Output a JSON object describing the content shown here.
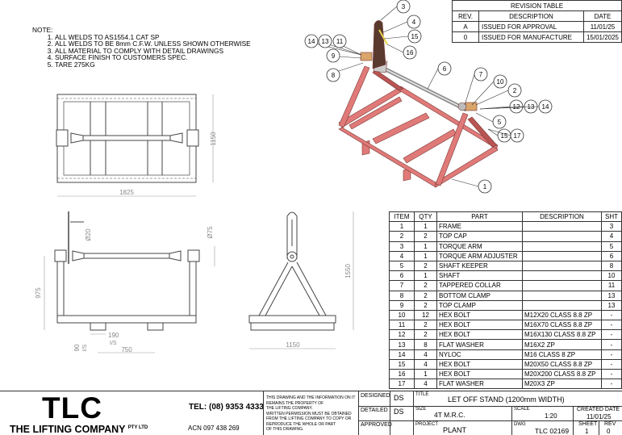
{
  "notes": {
    "heading": "NOTE:",
    "items": [
      "ALL WELDS TO AS1554.1 CAT SP",
      "ALL WELDS TO BE 8mm C.F.W. UNLESS SHOWN OTHERWISE",
      "ALL MATERIAL TO COMPLY WITH DETAIL DRAWINGS",
      "SURFACE FINISH TO CUSTOMERS SPEC.",
      "TARE 275KG"
    ]
  },
  "revision_table": {
    "title": "REVISION TABLE",
    "headers": [
      "REV.",
      "DESCRIPTION",
      "DATE"
    ],
    "rows": [
      [
        "A",
        "ISSUED FOR APPROVAL",
        "11/01/25"
      ],
      [
        "0",
        "ISSUED FOR MANUFACTURE",
        "15/01/2025"
      ]
    ]
  },
  "dimensions": {
    "top_width": "1825",
    "top_depth": "1150",
    "front_height": "975",
    "front_shaft_dia": "Ø75",
    "front_pin_dia": "Ø20",
    "front_foot_width": "190",
    "front_foot_width_note": "I/S",
    "front_foot_height": "90",
    "front_foot_height_note": "I/S",
    "front_foot_spacing": "750",
    "side_height": "1550",
    "side_width": "1150"
  },
  "balloons": [
    "3",
    "4",
    "15",
    "16",
    "14",
    "13",
    "11",
    "9",
    "8",
    "6",
    "7",
    "10",
    "2",
    "12",
    "13",
    "14",
    "5",
    "15",
    "17",
    "1"
  ],
  "colors": {
    "frame": "#e07a78",
    "frame_dark": "#b85552",
    "torque_arm": "#5a3a2e",
    "clamp": "#d9a56b",
    "shaft": "#b8b8b8",
    "line": "#333333",
    "dim": "#888888"
  },
  "bom": {
    "headers": [
      "ITEM",
      "QTY",
      "PART",
      "DESCRIPTION",
      "SHT"
    ],
    "rows": [
      [
        "1",
        "1",
        "FRAME",
        "",
        "3"
      ],
      [
        "2",
        "2",
        "TOP CAP",
        "",
        "4"
      ],
      [
        "3",
        "1",
        "TORQUE ARM",
        "",
        "5"
      ],
      [
        "4",
        "1",
        "TORQUE ARM ADJUSTER",
        "",
        "6"
      ],
      [
        "5",
        "2",
        "SHAFT KEEPER",
        "",
        "8"
      ],
      [
        "6",
        "1",
        "SHAFT",
        "",
        "10"
      ],
      [
        "7",
        "2",
        "TAPPERED COLLAR",
        "",
        "11"
      ],
      [
        "8",
        "2",
        "BOTTOM CLAMP",
        "",
        "13"
      ],
      [
        "9",
        "2",
        "TOP CLAMP",
        "",
        "13"
      ],
      [
        "10",
        "12",
        "HEX BOLT",
        "M12X20 CLASS 8.8 ZP",
        "-"
      ],
      [
        "11",
        "2",
        "HEX BOLT",
        "M16X70 CLASS 8.8 ZP",
        "-"
      ],
      [
        "12",
        "2",
        "HEX BOLT",
        "M16X130 CLASS 8.8 ZP",
        "-"
      ],
      [
        "13",
        "8",
        "FLAT WASHER",
        "M16X2 ZP",
        "-"
      ],
      [
        "14",
        "4",
        "NYLOC",
        "M16 CLASS 8 ZP",
        "-"
      ],
      [
        "15",
        "4",
        "HEX BOLT",
        "M20X50 CLASS 8.8 ZP",
        "-"
      ],
      [
        "16",
        "1",
        "HEX BOLT",
        "M20X200 CLASS 8.8 ZP",
        "-"
      ],
      [
        "17",
        "4",
        "FLAT WASHER",
        "M20X3 ZP",
        "-"
      ]
    ]
  },
  "title_block": {
    "logo": "TLC",
    "company": "THE LIFTING COMPANY",
    "company_suffix": "PTY LTD",
    "tel": "TEL: (08) 9353 4333",
    "acn": "ACN 097 438 269",
    "disclaimer": [
      "THIS DRAWING AND THE INFORMATION ON IT",
      "REMAINS THE PROPERTY OF",
      "THE LIFTING COMPANY.",
      "WRITTEN PERMISSION MUST BE OBTAINED",
      "FROM THE LIFTING COMPANY TO COPY OR",
      "REPRODUCE THE WHOLE OR PART",
      "OF THIS DRAWING."
    ],
    "designed_label": "DESIGNED",
    "designed": "DS",
    "detailed_label": "DETAILED",
    "detailed": "DS",
    "approved_label": "APPROVED",
    "approved": "",
    "title_label": "TITLE",
    "title": "LET OFF STAND (1200mm WIDTH)",
    "size_label": "SIZE",
    "size": "4T M.R.C.",
    "scale_label": "SCALE",
    "scale": "1:20",
    "created_label": "CREATED DATE",
    "created": "11/01/25",
    "project_label": "PROJECT",
    "project": "PLANT",
    "dwg_label": "DWG",
    "dwg": "TLC 02169",
    "sheet_label": "SHEET",
    "sheet": "1",
    "rev_label": "REV",
    "rev": "0"
  }
}
